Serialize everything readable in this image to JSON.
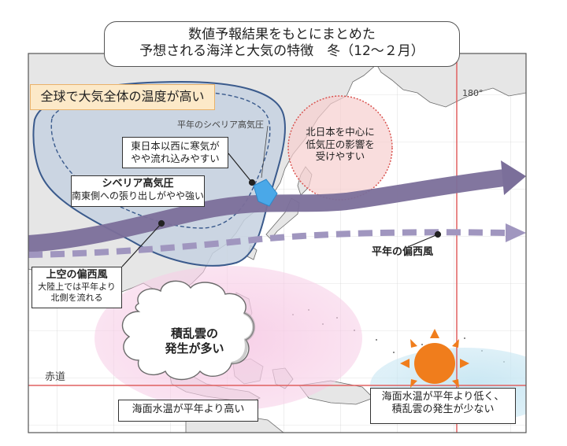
{
  "title": {
    "line1": "数値予報結果をもとにまとめた",
    "line2": "予想される海洋と大気の特徴　冬（12〜２月）"
  },
  "labels": {
    "global_warm": "全球で大気全体の温度が高い",
    "normal_siberian_high": "平年のシベリア高気圧",
    "east_japan_cold_1": "東日本以西に寒気が",
    "east_japan_cold_2": "やや流れ込みやすい",
    "siberian_high_title": "シベリア高気圧",
    "siberian_high_desc": "南東側への張り出しがやや強い",
    "low_pressure_1": "北日本を中心に",
    "low_pressure_2": "低気圧の影響を",
    "low_pressure_3": "受けやすい",
    "upper_westerly_title": "上空の偏西風",
    "upper_westerly_desc_1": "大陸上では平年より",
    "upper_westerly_desc_2": "北側を流れる",
    "normal_westerly": "平年の偏西風",
    "cumulonimbus_1": "積乱雲の",
    "cumulonimbus_2": "発生が多い",
    "warm_sea": "海面水温が平年より高い",
    "cool_sea_1": "海面水温が平年より低く、",
    "cool_sea_2": "積乱雲の発生が少ない",
    "longitude_180": "180°",
    "equator": "赤道"
  },
  "colors": {
    "westerly_forecast": "#7b6f9a",
    "westerly_normal": "#a096bf",
    "siberian_high_fill": "#c5d1e0",
    "siberian_high_border": "#3a5a8c",
    "low_pressure_fill": "#f6cfcf",
    "low_pressure_border": "#d9534f",
    "warm_sea_fill": "#f7cde6",
    "cool_sea_fill": "#c9e7f3",
    "sun": "#f07d1c",
    "cloud": "#b8b8b8",
    "cold_air": "#4aa8e8",
    "land": "#e6e6e6",
    "warm_box_fill": "#fce9c8",
    "meridian_180": "#e06060"
  },
  "icons": [
    "sun-icon",
    "cloud-icon",
    "cold-air-arrow-icon"
  ]
}
